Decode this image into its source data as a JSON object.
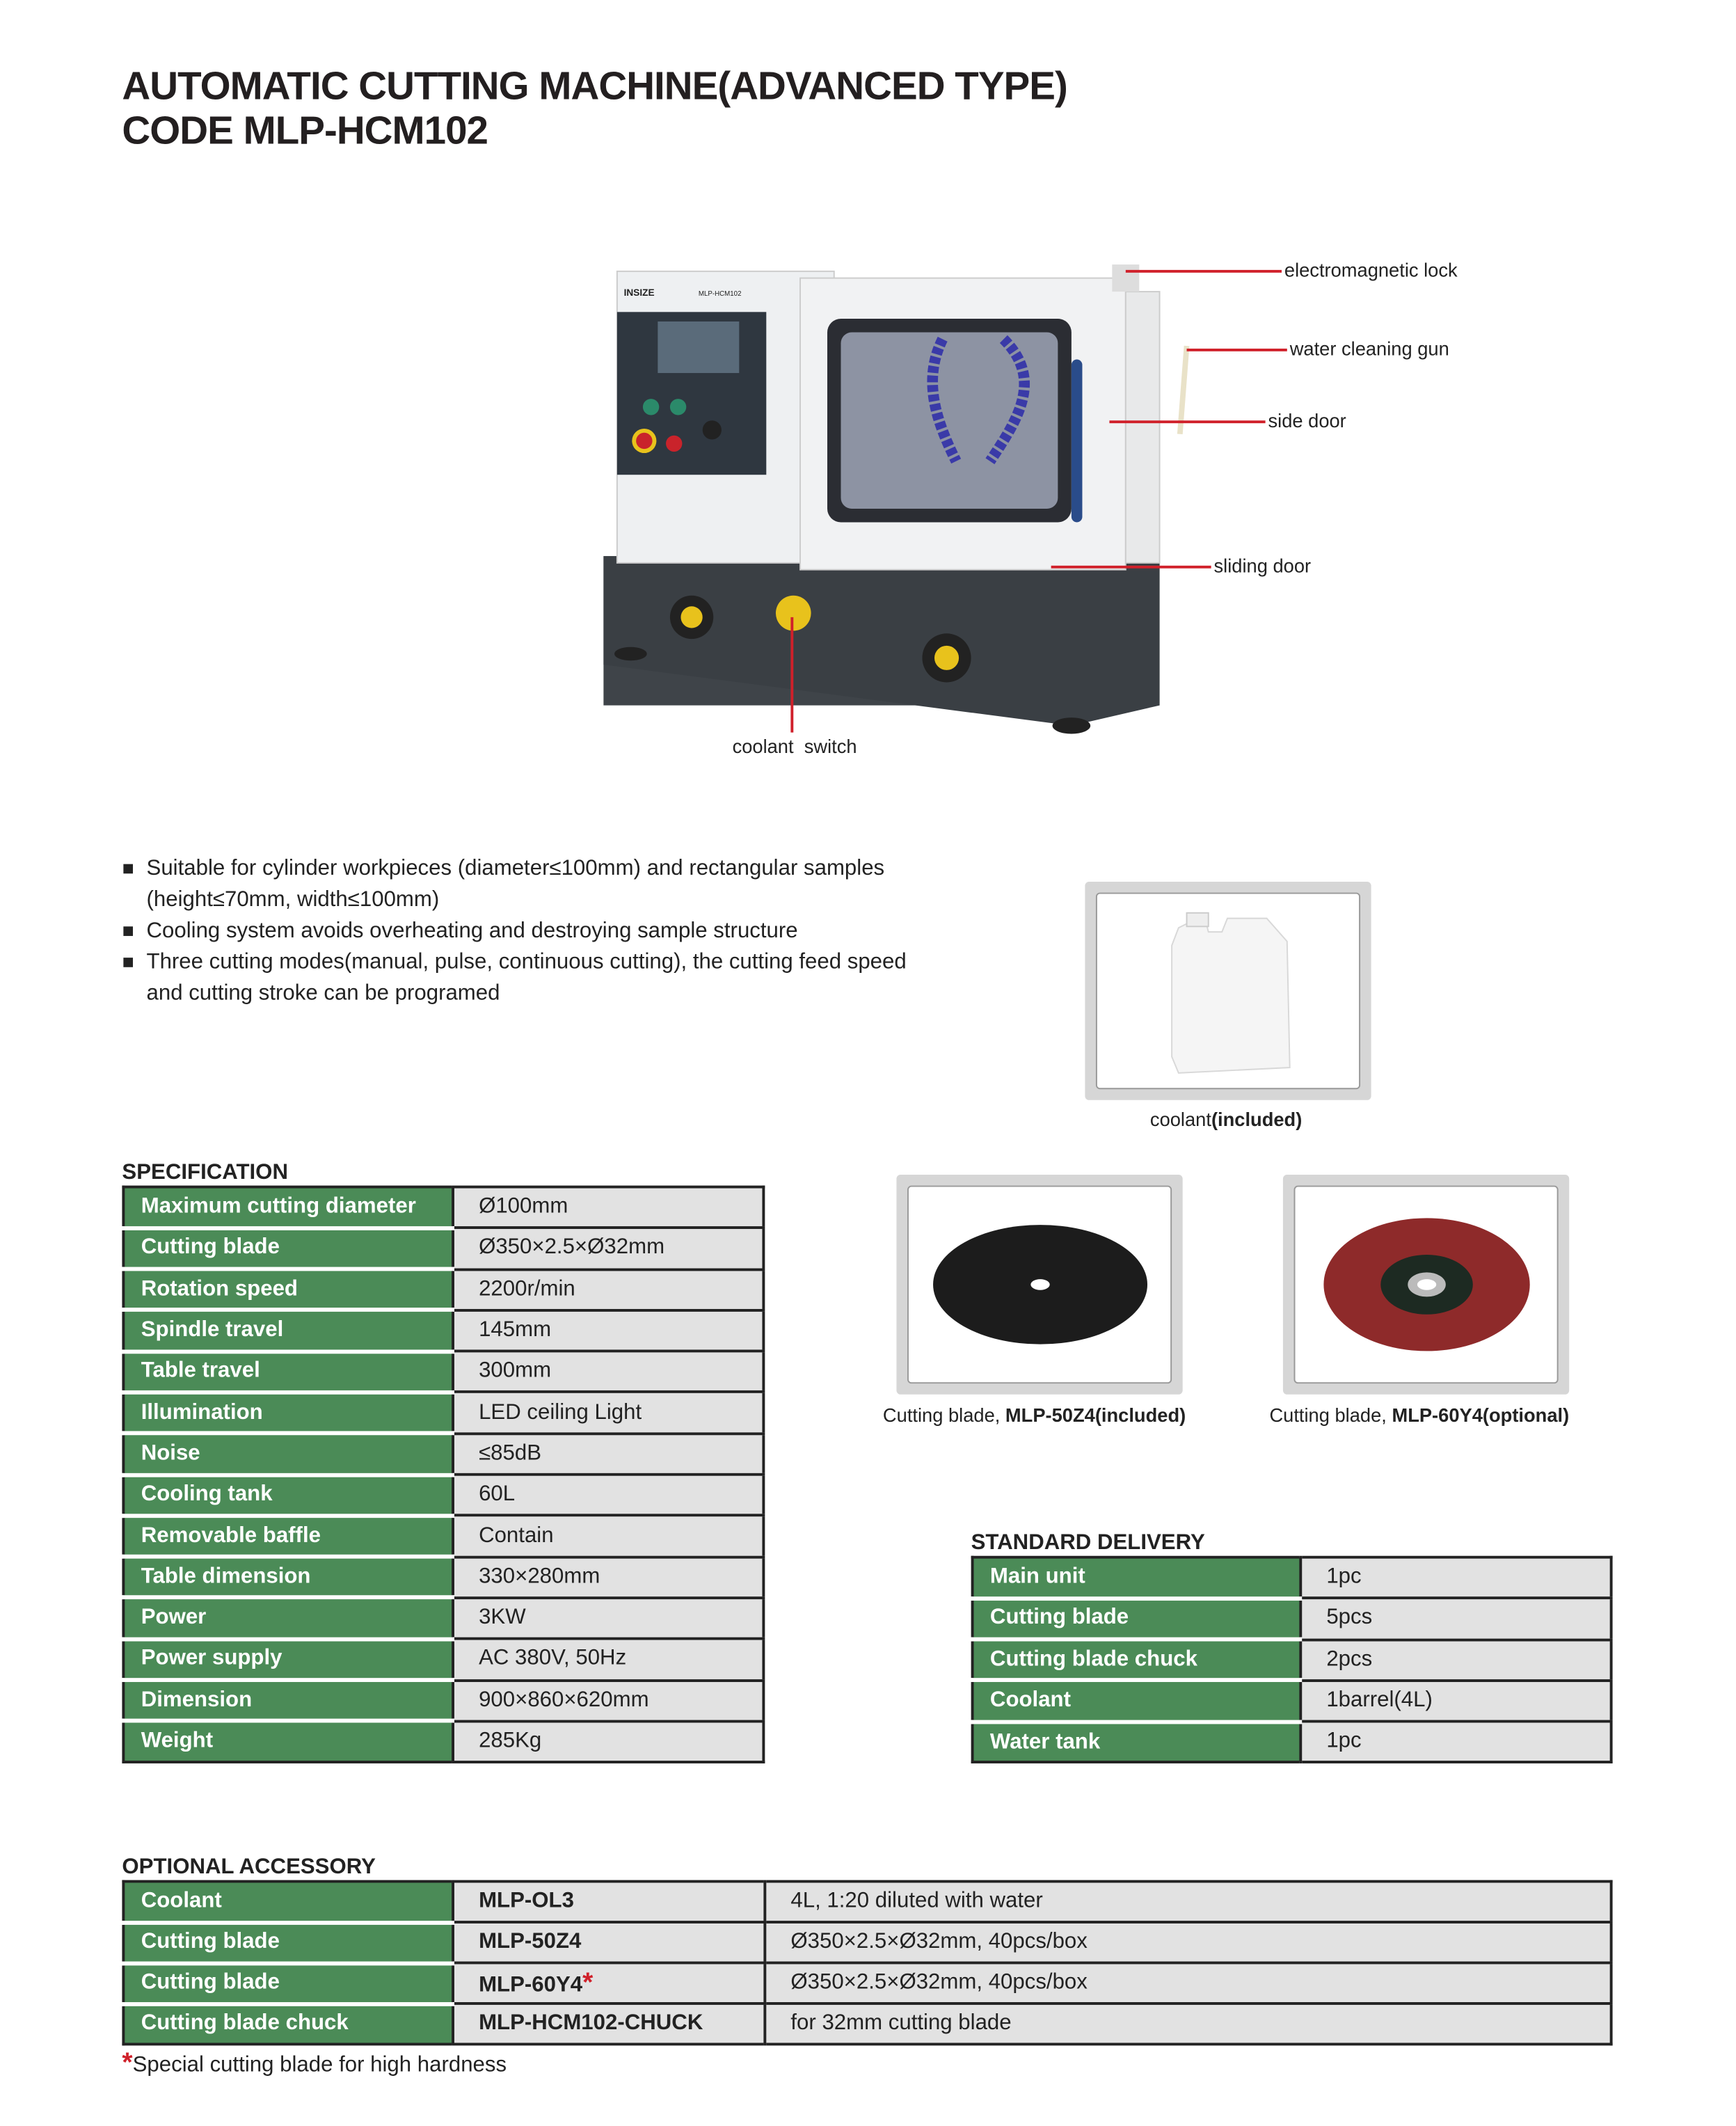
{
  "header": {
    "title_line1": "AUTOMATIC CUTTING MACHINE(ADVANCED TYPE)",
    "title_line2": "CODE MLP-HCM102"
  },
  "machine": {
    "brand": "INSIZE",
    "model": "MLP-HCM102",
    "callouts": {
      "lock": "electromagnetic lock",
      "gun": "water cleaning gun",
      "side_door": "side door",
      "sliding_door": "sliding door",
      "coolant_switch": "coolant  switch"
    }
  },
  "features": [
    "Suitable for cylinder workpieces (diameter≤100mm) and rectangular samples (height≤70mm, width≤100mm)",
    "Cooling system avoids overheating and destroying sample structure",
    "Three cutting modes(manual, pulse, continuous cutting), the cutting feed speed and cutting stroke can be programed"
  ],
  "coolant_photo": {
    "caption": "coolant",
    "caption_bold": "(included)"
  },
  "blade_photos": [
    {
      "caption": "Cutting blade, ",
      "code": "MLP-50Z4",
      "status": "(included)"
    },
    {
      "caption": "Cutting blade, ",
      "code": "MLP-60Y4",
      "status": "(optional)"
    }
  ],
  "specification": {
    "heading": "SPECIFICATION",
    "rows": [
      [
        "Maximum cutting diameter",
        "Ø100mm"
      ],
      [
        "Cutting blade",
        "Ø350×2.5×Ø32mm"
      ],
      [
        "Rotation speed",
        "2200r/min"
      ],
      [
        "Spindle travel",
        "145mm"
      ],
      [
        "Table travel",
        "300mm"
      ],
      [
        "Illumination",
        "LED ceiling Light"
      ],
      [
        "Noise",
        "≤85dB"
      ],
      [
        "Cooling tank",
        "60L"
      ],
      [
        "Removable baffle",
        "Contain"
      ],
      [
        "Table dimension",
        "330×280mm"
      ],
      [
        "Power",
        "3KW"
      ],
      [
        "Power supply",
        "AC 380V, 50Hz"
      ],
      [
        "Dimension",
        "900×860×620mm"
      ],
      [
        "Weight",
        "285Kg"
      ]
    ]
  },
  "standard_delivery": {
    "heading": "STANDARD DELIVERY",
    "rows": [
      [
        "Main unit",
        "1pc"
      ],
      [
        "Cutting blade",
        "5pcs"
      ],
      [
        "Cutting blade chuck",
        "2pcs"
      ],
      [
        "Coolant",
        "1barrel(4L)"
      ],
      [
        "Water tank",
        "1pc"
      ]
    ]
  },
  "optional_accessory": {
    "heading": "OPTIONAL ACCESSORY",
    "rows": [
      [
        "Coolant",
        "MLP-OL3",
        "4L, 1:20 diluted with water"
      ],
      [
        "Cutting blade",
        "MLP-50Z4",
        "Ø350×2.5×Ø32mm, 40pcs/box"
      ],
      [
        "Cutting blade",
        "MLP-60Y4",
        "Ø350×2.5×Ø32mm, 40pcs/box"
      ],
      [
        "Cutting blade chuck",
        "MLP-HCM102-CHUCK",
        "for 32mm cutting blade"
      ]
    ],
    "star_mark": "*",
    "footnote": "Special cutting blade for high hardness"
  },
  "colors": {
    "green": "#4b8b57",
    "red": "#d0202a",
    "cell_gray": "#e2e2e2"
  }
}
